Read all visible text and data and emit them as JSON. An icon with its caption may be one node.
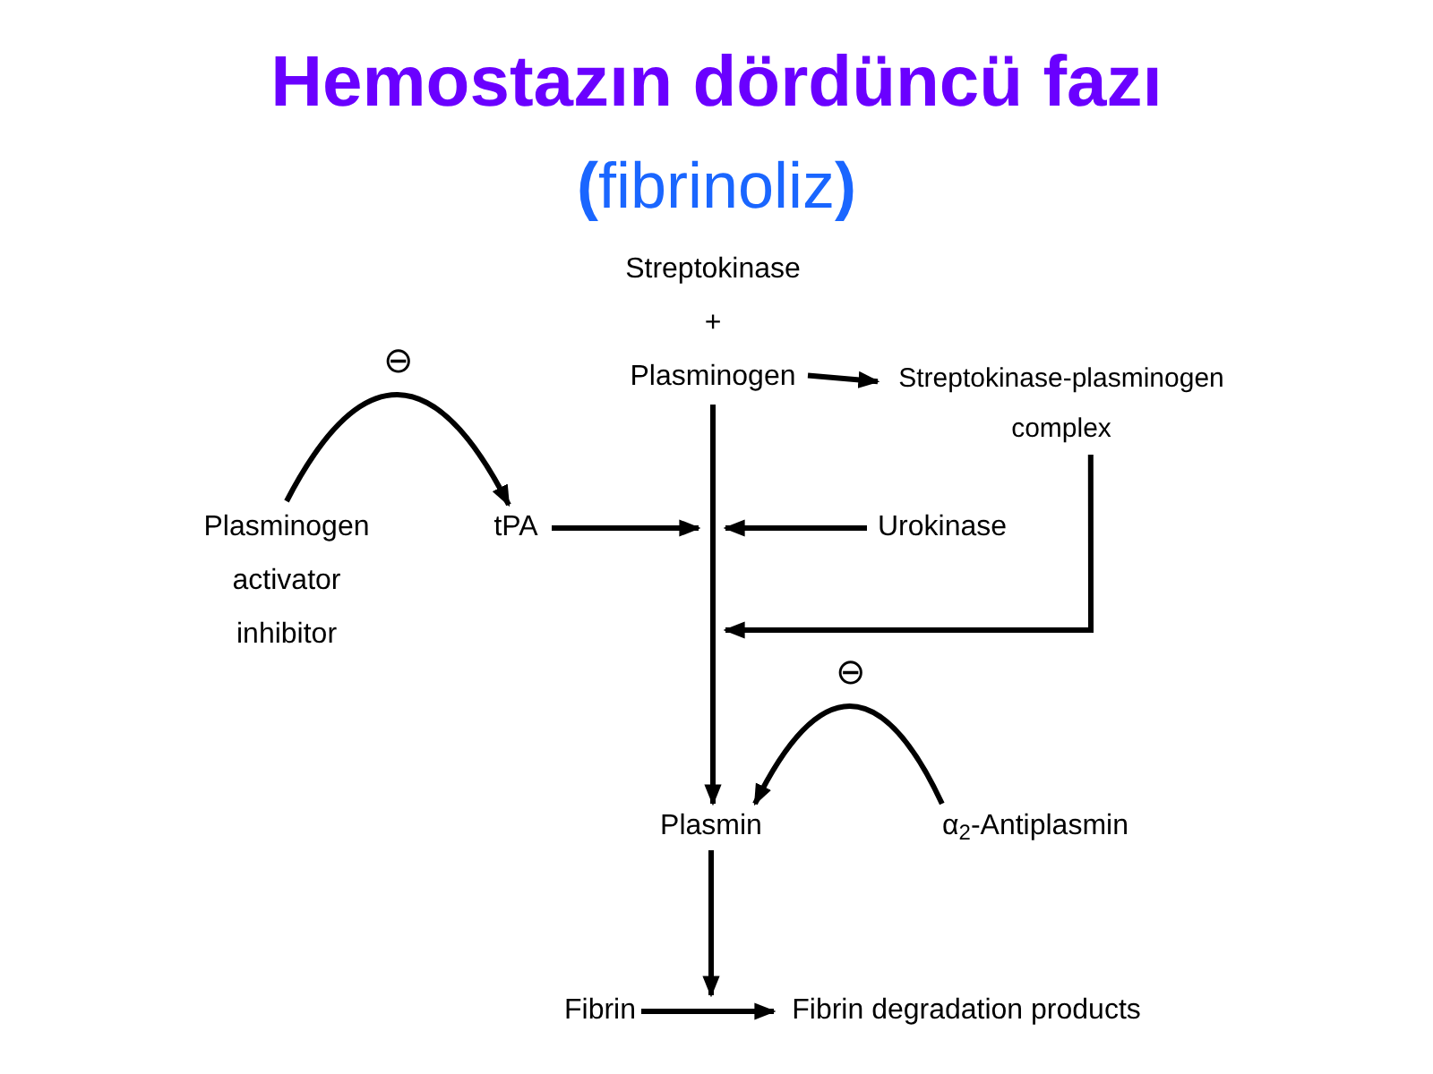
{
  "diagram": {
    "title": "Hemostazın dördüncü fazı",
    "nodes": [
      {
        "text": [
          "Streptokinase",
          "+",
          "Plasminogen"
        ]
      },
      {
        "text": [
          "Streptokinase-plasminogen complex"
        ]
      },
      {
        "text": [
          "Plasminogen activator inhibitor"
        ]
      },
      {
        "text": [
          "tPA"
        ]
      },
      {
        "text": [
          "Urokinase"
        ]
      },
      {
        "text": [
          "Plasmin"
        ]
      },
      {
        "text": [
          "α$_{2}$-Antiplasmin"
        ]
      },
      {
        "text": [
          "Fibrin"
        ]
      },
      {
        "text": [
          "Fibrin degradation products"
        ]
      }
    ],
    "edges": [
      {
        "from": 0,
        "to": 5,
        "arrow": "to"
      },
      {
        "from": 0,
        "to": 1,
        "arrow": "to"
      },
      {
        "from": 2,
        "to": 3,
        "arrow": "to",
        "label": "⊖"
      },
      {
        "from": 3,
        "to": null,
        "arrow": "to"
      },
      {
        "from": 4,
        "to": null,
        "arrow": "to"
      },
      {
        "from": 1,
        "to": null,
        "arrow": "to"
      },
      {
        "from": 6,
        "to": 5,
        "arrow": "to",
        "label": "⊖"
      },
      {
        "from": 7,
        "to": 8,
        "arrow": "to"
      },
      {
        "from": 5,
        "to": null,
        "arrow": "to"
      }
    ],
    "labels": [
      "**(**fibrinoliz**)**"
    ]
  }
}
